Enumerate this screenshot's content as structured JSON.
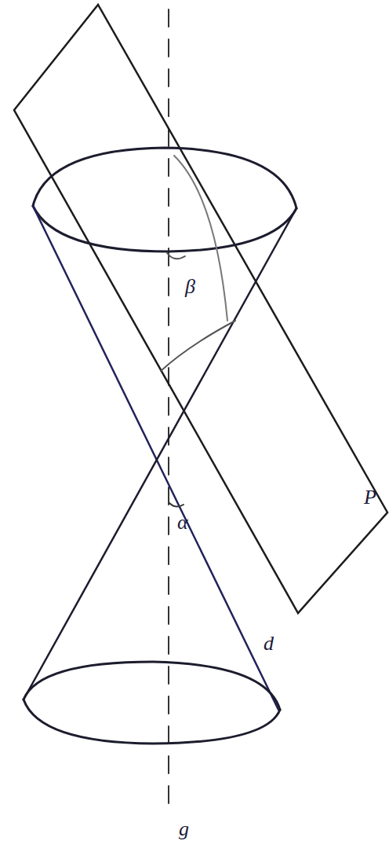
{
  "diagram": {
    "labels": [
      "β",
      "α",
      "d",
      "P",
      "g"
    ]
  }
}
